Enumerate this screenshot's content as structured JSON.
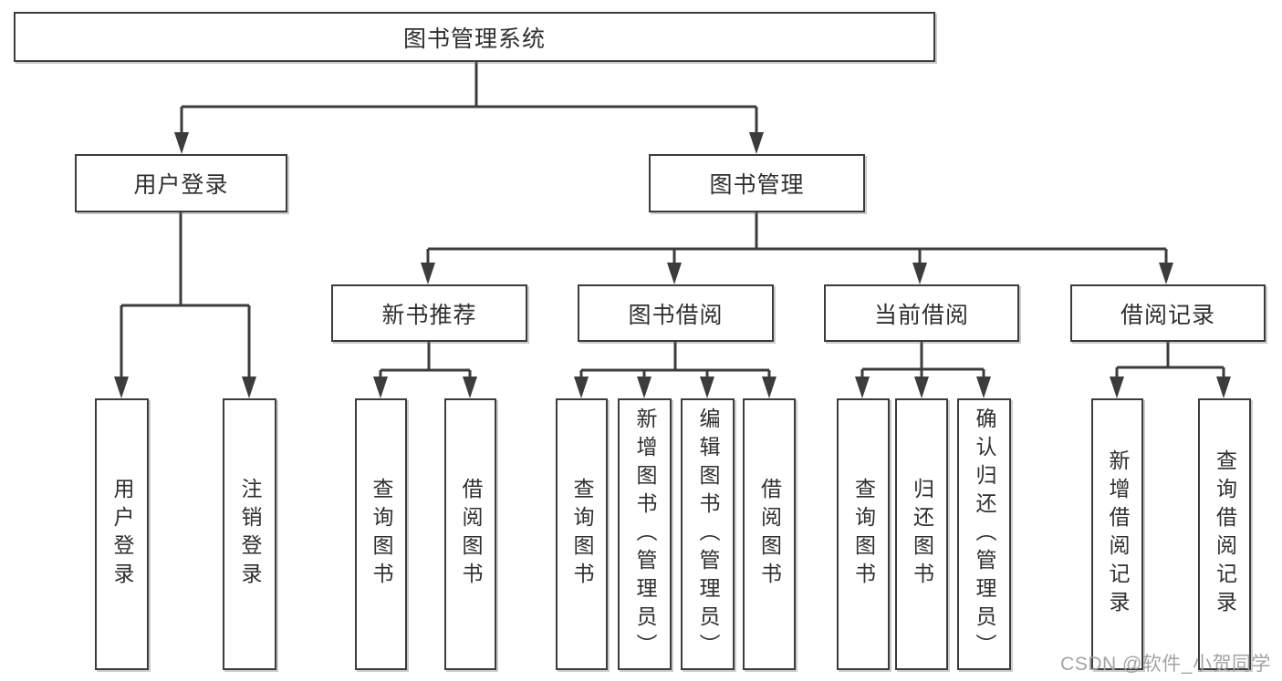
{
  "tree": {
    "root": "图书管理系统",
    "user": {
      "label": "用户登录",
      "children": {
        "login": "用户登录",
        "logout": "注销登录"
      }
    },
    "mgmt": {
      "label": "图书管理",
      "new_book": {
        "label": "新书推荐",
        "children": {
          "query": "查询图书",
          "borrow": "借阅图书"
        }
      },
      "borrow": {
        "label": "图书借阅",
        "children": {
          "query": "查询图书",
          "add": "新增图书（管理员）",
          "edit": "编辑图书（管理员）",
          "borrow": "借阅图书"
        }
      },
      "current": {
        "label": "当前借阅",
        "children": {
          "query": "查询图书",
          "return": "归还图书",
          "confirm": "确认归还（管理员）"
        }
      },
      "record": {
        "label": "借阅记录",
        "children": {
          "add": "新增借阅记录",
          "query": "查询借阅记录"
        }
      }
    }
  },
  "watermark": {
    "text": "CSDN @软件_小贺同学"
  },
  "colors": {
    "line": "#3c3c3c",
    "box_background": "#ffffff",
    "text": "#2f2f2f",
    "watermark": "#a3a3a3"
  }
}
